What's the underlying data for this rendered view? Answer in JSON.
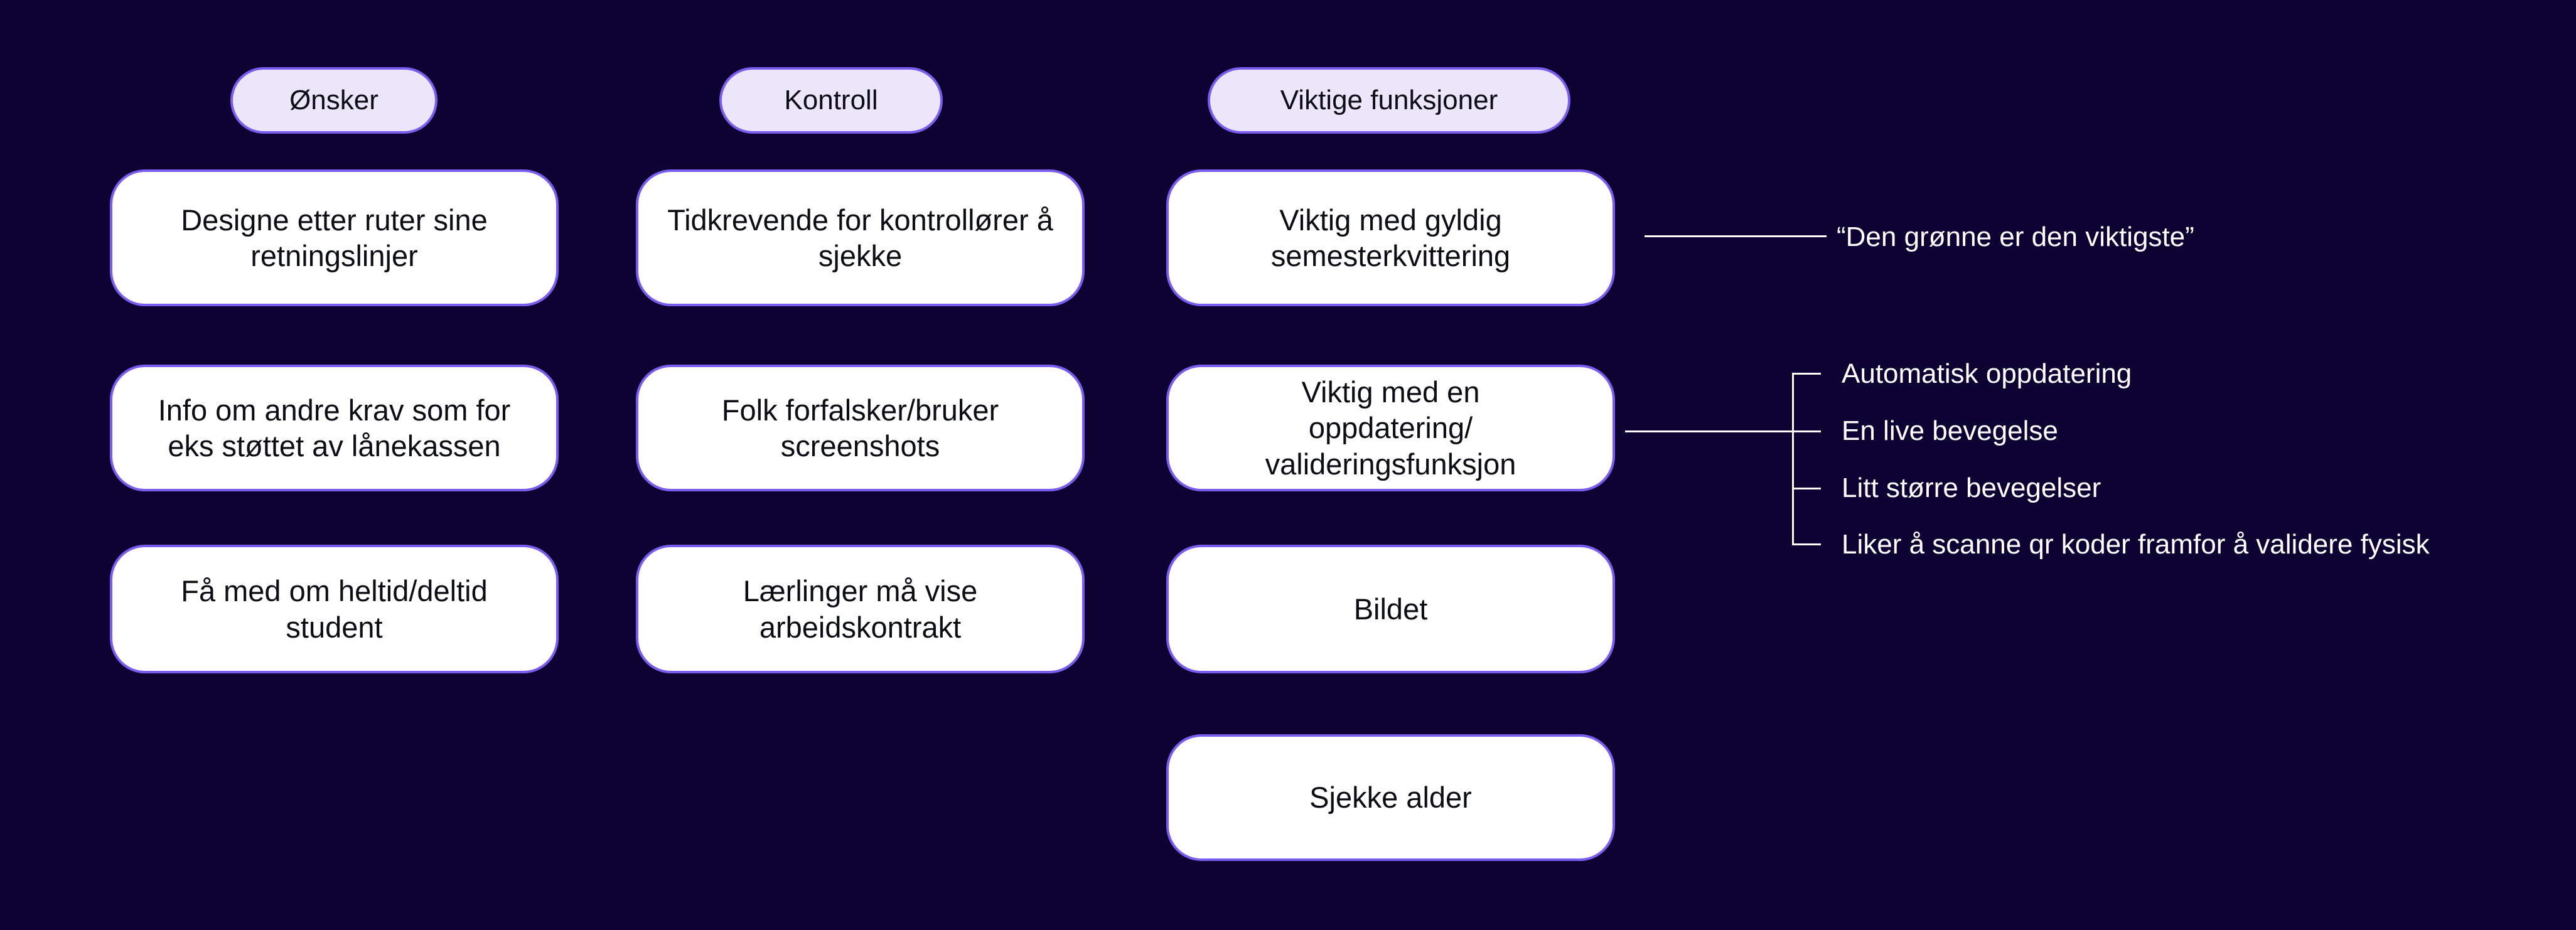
{
  "theme": {
    "background": "#0c0333",
    "accent": "#7a5cee",
    "pill_bg": "#ebe6fa",
    "card_bg": "#ffffff",
    "card_text": "#0d0d16",
    "annotation_text": "#ffffff"
  },
  "columns": [
    {
      "header": "Ønsker",
      "cards": [
        "Designe etter ruter sine retningslinjer",
        "Info om andre krav som for eks støttet av lånekassen",
        "Få med om heltid/deltid student"
      ]
    },
    {
      "header": "Kontroll",
      "cards": [
        "Tidkrevende for kontrollører å sjekke",
        "Folk forfalsker/bruker screenshots",
        "Lærlinger må vise arbeidskontrakt"
      ]
    },
    {
      "header": "Viktige funksjoner",
      "cards": [
        "Viktig med gyldig semesterkvittering",
        "Viktig med en oppdatering/ valideringsfunksjon",
        "Bildet",
        "Sjekke alder"
      ]
    }
  ],
  "annotations": {
    "quote": "“Den grønne er den viktigste”",
    "branch_items": [
      "Automatisk oppdatering",
      "En live bevegelse",
      "Litt større bevegelser",
      "Liker å scanne qr koder framfor å validere fysisk"
    ]
  }
}
